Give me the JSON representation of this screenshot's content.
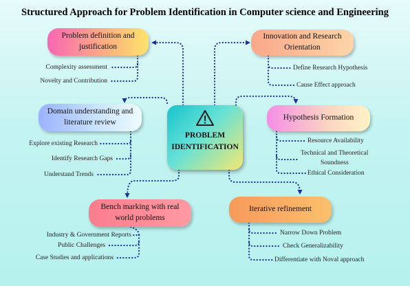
{
  "title": "Structured Approach for Problem Identification in Computer science and Engineering",
  "center": {
    "icon": "warning-triangle-icon",
    "label_line1": "PROBLEM",
    "label_line2": "IDENTIFICATION"
  },
  "nodes": {
    "definition": {
      "label_line1": "Problem definition and",
      "label_line2": "justification",
      "items": [
        "Complexity assessment",
        "Novelty and Contribution"
      ]
    },
    "domain": {
      "label_line1": "Domain understanding and",
      "label_line2": "literature review",
      "items": [
        "Explore existing Research",
        "Identify Research Gaps",
        "Understand Trends"
      ]
    },
    "bench": {
      "label_line1": "Bench marking with real",
      "label_line2": "world problems",
      "items": [
        "Industry & Government Reports",
        "Public Challenges",
        "Case Studies and applications"
      ]
    },
    "innovation": {
      "label_line1": "Innovation and Research",
      "label_line2": "Orientation",
      "items": [
        "Define Research Hypothesis",
        "Cause Effect approach"
      ]
    },
    "hypothesis": {
      "label_line1": "Hypothesis Formation",
      "label_line2": "",
      "items": [
        "Resource Availability",
        "Technical and Theoretical",
        "Soundness",
        "Ethical Consideration"
      ]
    },
    "iterative": {
      "label_line1": "Iterative refinement",
      "label_line2": "",
      "items": [
        "Narrow Down Problem",
        "Check Generalizability",
        "Differentiate with Noval approach"
      ]
    }
  }
}
